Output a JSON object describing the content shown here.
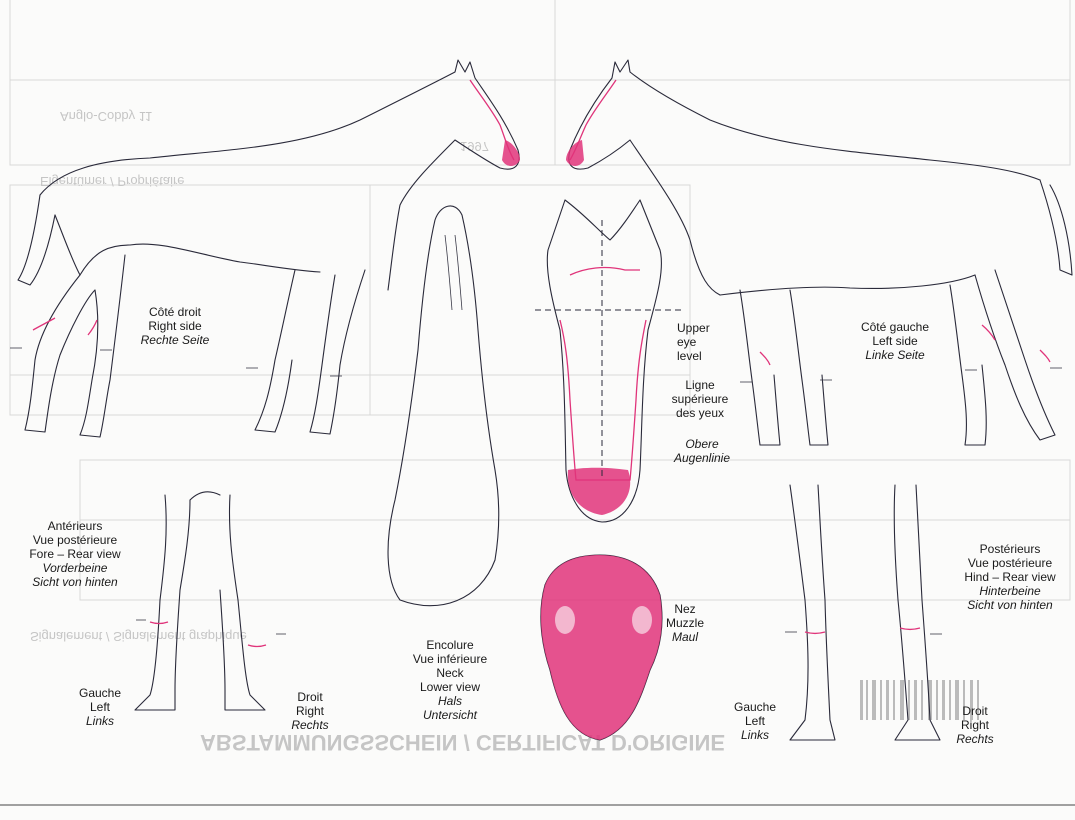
{
  "diagram": {
    "colors": {
      "outline": "#2a2a3a",
      "marking": "#e0347a",
      "ghost_print": "#9a9a9a",
      "paper": "#fbfbfa"
    },
    "right_side": {
      "fr": "Côté droit",
      "en": "Right side",
      "de": "Rechte Seite"
    },
    "left_side": {
      "fr": "Côté gauche",
      "en": "Left side",
      "de": "Linke Seite"
    },
    "eye_level": {
      "en1": "Upper",
      "en2": "eye",
      "en3": "level",
      "fr1": "Ligne",
      "fr2": "supérieure",
      "fr3": "des yeux",
      "de1": "Obere",
      "de2": "Augenlinie"
    },
    "forelegs": {
      "fr1": "Antérieurs",
      "fr2": "Vue postérieure",
      "en": "Fore – Rear view",
      "de1": "Vorderbeine",
      "de2": "Sicht von hinten"
    },
    "hindlegs": {
      "fr1": "Postérieurs",
      "fr2": "Vue postérieure",
      "en": "Hind – Rear view",
      "de1": "Hinterbeine",
      "de2": "Sicht von hinten"
    },
    "neck": {
      "fr1": "Encolure",
      "fr2": "Vue inférieure",
      "en1": "Neck",
      "en2": "Lower view",
      "de1": "Hals",
      "de2": "Untersicht"
    },
    "muzzle": {
      "fr": "Nez",
      "en": "Muzzle",
      "de": "Maul"
    },
    "fore_left": {
      "fr": "Gauche",
      "en": "Left",
      "de": "Links"
    },
    "fore_right": {
      "fr": "Droit",
      "en": "Right",
      "de": "Rechts"
    },
    "hind_left": {
      "fr": "Gauche",
      "en": "Left",
      "de": "Links"
    },
    "hind_right": {
      "fr": "Droit",
      "en": "Right",
      "de": "Rechts"
    }
  },
  "background_print": {
    "title": "ABSTAMMUNGSSCHEIN / CERTIFICAT D'ORIGINE",
    "signature_line": "Signalement / Signalement graphique",
    "proprietor": "Eigentümer / Propriétaire",
    "row_left": "Anglo-Cobby 11",
    "num": "1997"
  }
}
